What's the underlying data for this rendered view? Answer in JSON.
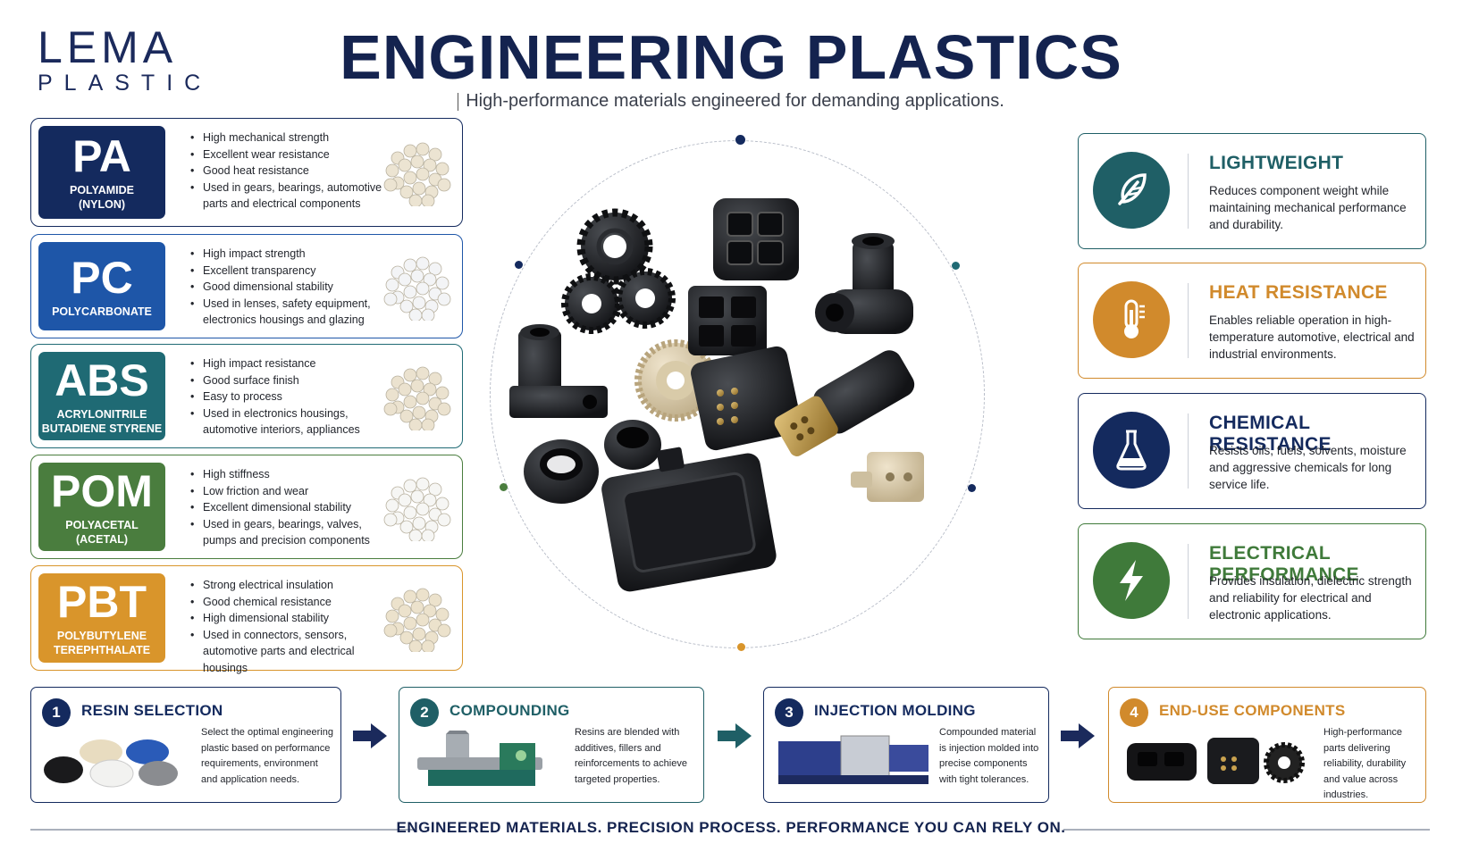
{
  "logo": {
    "main": "LEMA",
    "sub": "PLASTIC"
  },
  "header": {
    "title": "ENGINEERING PLASTICS",
    "subtitle": "High-performance materials engineered for demanding applications."
  },
  "materials": [
    {
      "abbr": "PA",
      "full": "POLYAMIDE\n(NYLON)",
      "color": "#142a5e",
      "pellet_color": "#ece4d2",
      "bullets": [
        "High mechanical strength",
        "Excellent wear resistance",
        "Good heat resistance",
        "Used in gears, bearings, automotive parts and electrical components"
      ]
    },
    {
      "abbr": "PC",
      "full": "POLYCARBONATE",
      "color": "#1e56a8",
      "pellet_color": "#f3f4f6",
      "bullets": [
        "High impact strength",
        "Excellent transparency",
        "Good dimensional stability",
        "Used in lenses, safety equipment, electronics housings and glazing"
      ]
    },
    {
      "abbr": "ABS",
      "full": "ACRYLONITRILE\nBUTADIENE STYRENE",
      "color": "#1f6a74",
      "pellet_color": "#ebe2cf",
      "bullets": [
        "High impact resistance",
        "Good surface finish",
        "Easy to process",
        "Used in electronics housings, automotive interiors, appliances"
      ]
    },
    {
      "abbr": "POM",
      "full": "POLYACETAL\n(ACETAL)",
      "color": "#4a7d3e",
      "pellet_color": "#f6f6f4",
      "bullets": [
        "High stiffness",
        "Low friction and wear",
        "Excellent dimensional stability",
        "Used in gears, bearings, valves, pumps and precision components"
      ]
    },
    {
      "abbr": "PBT",
      "full": "POLYBUTYLENE\nTEREPHTHALATE",
      "color": "#d9952b",
      "pellet_color": "#ece2cc",
      "bullets": [
        "Strong electrical insulation",
        "Good chemical resistance",
        "High dimensional stability",
        "Used in connectors, sensors, automotive parts and electrical housings"
      ]
    }
  ],
  "features": [
    {
      "title": "LIGHTWEIGHT",
      "desc": "Reduces component weight while maintaining mechanical performance and durability.",
      "color": "#1f5f66",
      "icon": "feather-icon"
    },
    {
      "title": "HEAT RESISTANCE",
      "desc": "Enables reliable operation in high-temperature automotive, electrical and industrial environments.",
      "color": "#d18a2c",
      "icon": "thermometer-icon"
    },
    {
      "title": "CHEMICAL RESISTANCE",
      "desc": "Resists oils, fuels, solvents, moisture and aggressive chemicals for long service life.",
      "color": "#142a5e",
      "icon": "flask-icon"
    },
    {
      "title": "ELECTRICAL PERFORMANCE",
      "desc": "Provides insulation, dielectric strength and reliability for electrical and electronic applications.",
      "color": "#3f7a3a",
      "icon": "lightning-icon"
    }
  ],
  "process": [
    {
      "num": "1",
      "title": "RESIN SELECTION",
      "desc": "Select the optimal engineering plastic based on performance requirements, environment and application needs.",
      "color": "#142a5e"
    },
    {
      "num": "2",
      "title": "COMPOUNDING",
      "desc": "Resins are blended with additives, fillers and reinforcements to achieve targeted properties.",
      "color": "#1f5f66"
    },
    {
      "num": "3",
      "title": "INJECTION MOLDING",
      "desc": "Compounded material is injection molded into precise components with tight tolerances.",
      "color": "#142a5e"
    },
    {
      "num": "4",
      "title": "END-USE COMPONENTS",
      "desc": "High-performance parts delivering reliability, durability and value across industries.",
      "color": "#d18a2c"
    }
  ],
  "footer": "ENGINEERED MATERIALS.  PRECISION PROCESS.  PERFORMANCE YOU CAN RELY ON."
}
